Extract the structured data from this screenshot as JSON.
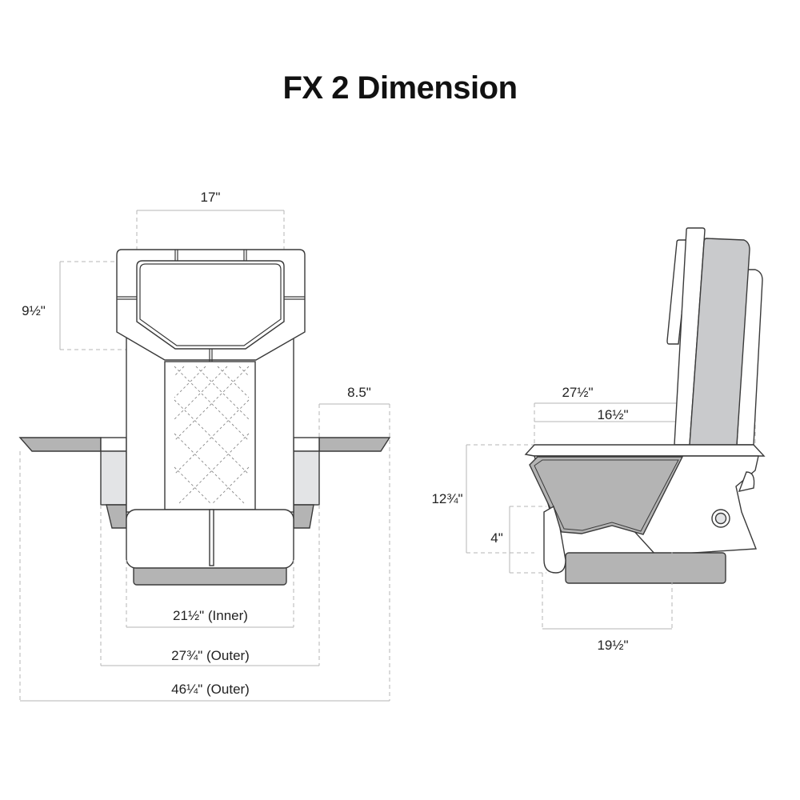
{
  "title": "FX 2 Dimension",
  "front_view": {
    "dimensions": {
      "backrest_width": "17\"",
      "backrest_height": "9½\"",
      "armrest_depth": "8.5\"",
      "inner_width": "21½\" (Inner)",
      "outer_width": "27¾\" (Outer)",
      "overall_width": "46¼\" (Outer)"
    }
  },
  "side_view": {
    "dimensions": {
      "total_depth": "27½\"",
      "seat_depth": "16½\"",
      "seat_height": "12¾\"",
      "footrest_height": "4\"",
      "base_depth": "19½\""
    }
  },
  "colors": {
    "outline": "#3a3a3a",
    "dark_fill": "#b4b4b4",
    "light_fill": "#e3e4e6",
    "dimension_line": "#b5b5b5"
  }
}
